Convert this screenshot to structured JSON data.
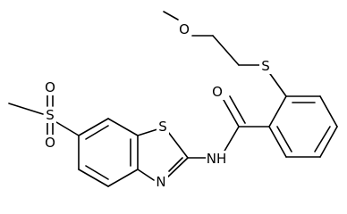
{
  "structure": {
    "atoms": {
      "methoxy_o": "O",
      "thioether_s": "S",
      "carbonyl_o": "O",
      "amide_n": "NH",
      "thiazole_s": "S",
      "thiazole_n": "N",
      "sulfonyl_s": "S",
      "sulfonyl_o_top": "O",
      "sulfonyl_o_bottom": "O"
    }
  },
  "colors": {
    "bond": "#000000",
    "label": "#000000",
    "background": "#ffffff"
  }
}
